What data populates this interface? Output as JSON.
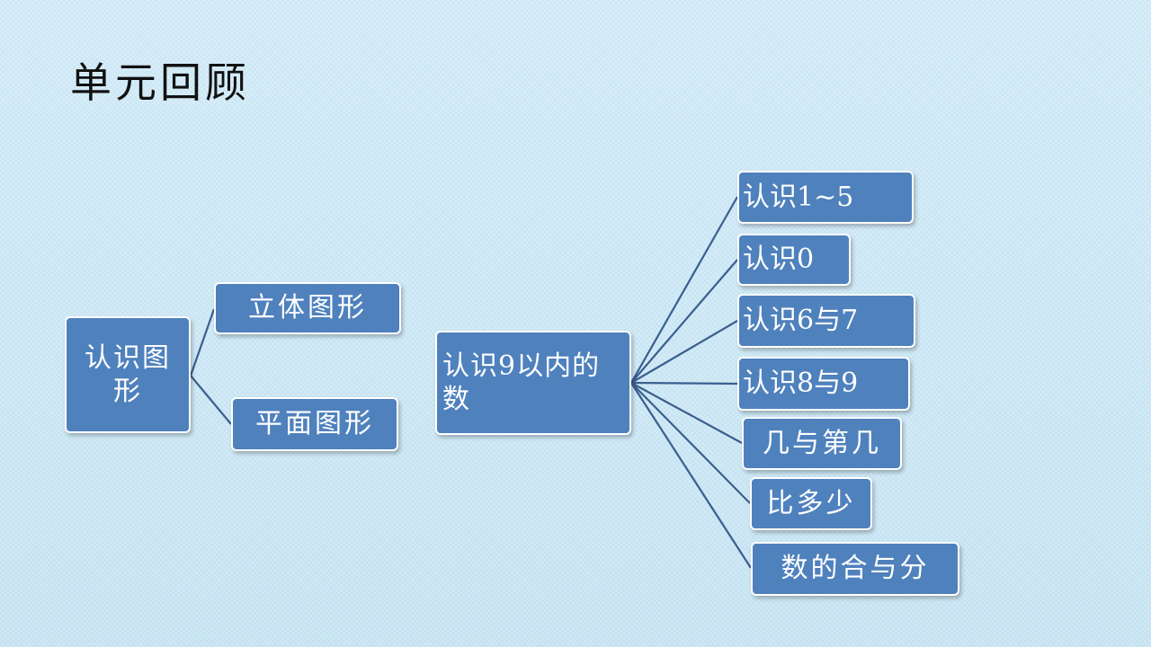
{
  "slide": {
    "title": "单元回顾"
  },
  "diagram": {
    "root1": {
      "label": "认识图形"
    },
    "root1_children": [
      {
        "label": "立体图形"
      },
      {
        "label": "平面图形"
      }
    ],
    "root2": {
      "label": "认识9以内的数"
    },
    "root2_children": [
      {
        "label": "认识1~5"
      },
      {
        "label": "认识0"
      },
      {
        "label": "认识6与7"
      },
      {
        "label": "认识8与9"
      },
      {
        "label": "几与第几"
      },
      {
        "label": "比多少"
      },
      {
        "label": "数的合与分"
      }
    ],
    "colors": {
      "node_fill": "#4f81bd",
      "node_border": "#ffffff",
      "connector": "#3a5f8f",
      "text": "#ffffff"
    }
  }
}
